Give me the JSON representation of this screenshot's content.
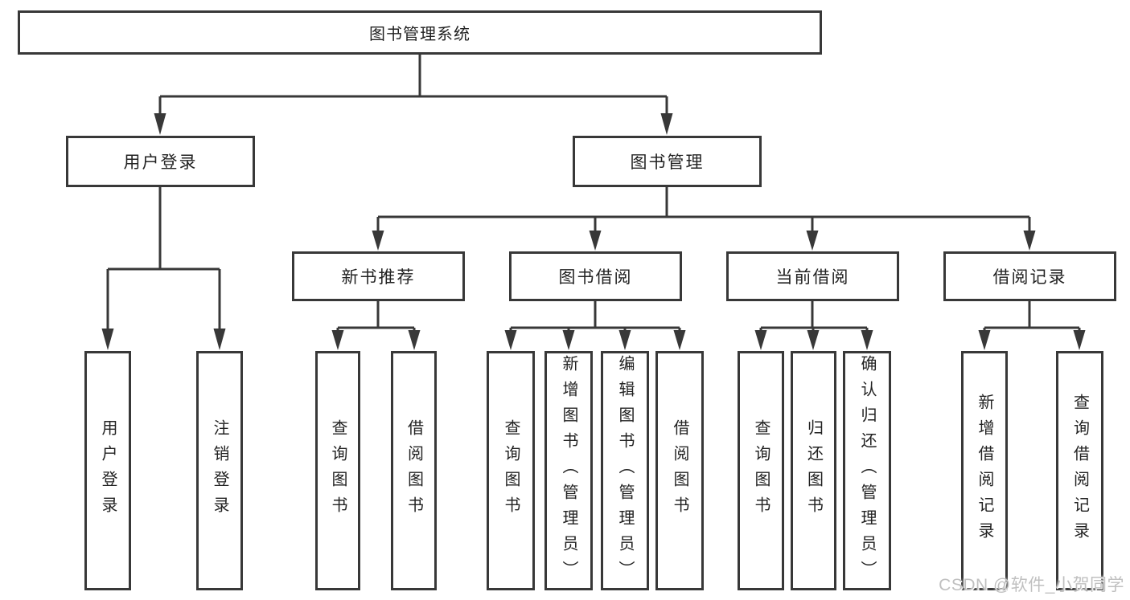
{
  "diagram_type": "hierarchy-tree",
  "tree": {
    "root": "图书管理系统",
    "children": [
      {
        "label": "用户登录",
        "children": [
          "用户登录",
          "注销登录"
        ]
      },
      {
        "label": "图书管理",
        "children": [
          {
            "label": "新书推荐",
            "children": [
              "查询图书",
              "借阅图书"
            ]
          },
          {
            "label": "图书借阅",
            "children": [
              "查询图书",
              "新增图书（管理员）",
              "编辑图书（管理员）",
              "借阅图书"
            ]
          },
          {
            "label": "当前借阅",
            "children": [
              "查询图书",
              "归还图书",
              "确认归还（管理员）"
            ]
          },
          {
            "label": "借阅记录",
            "children": [
              "新增借阅记录",
              "查询借阅记录"
            ]
          }
        ]
      }
    ]
  },
  "watermark": "CSDN @软件_小贺同学",
  "colors": {
    "line": "#383838",
    "box_border": "#383838",
    "box_fill": "#ffffff",
    "text": "#222222",
    "watermark": "#c0c0c0",
    "background": "#ffffff"
  }
}
